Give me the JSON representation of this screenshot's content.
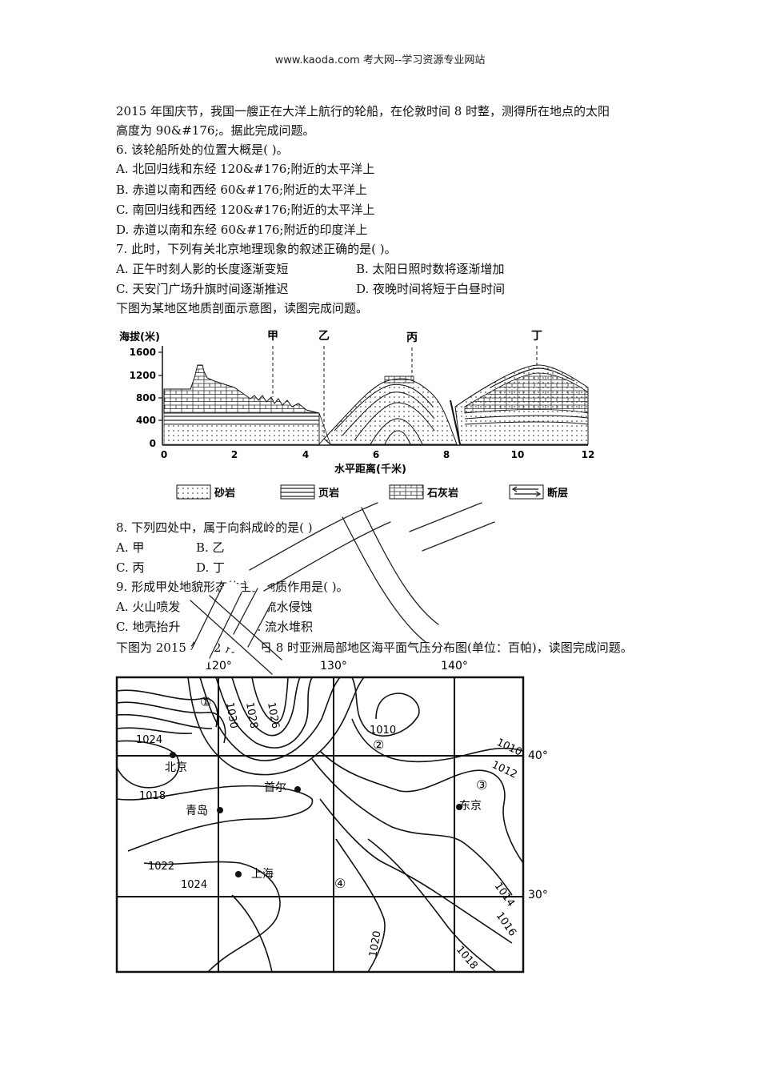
{
  "header": "www.kaoda.com 考大网--学习资源专业网站",
  "q_intro_1": "2015 年国庆节，我国一艘正在大洋上航行的轮船，在伦敦时间 8 时整，测得所在地点的太阳",
  "q_intro_2": "高度为 90&#176;。据此完成问题。",
  "q6": {
    "stem": "6.  该轮船所处的位置大概是(      )。",
    "A": "A.  北回归线和东经 120&#176;附近的太平洋上",
    "B": "B.  赤道以南和西经 60&#176;附近的太平洋上",
    "C": "C.  南回归线和西经 120&#176;附近的太平洋上",
    "D": "D.  赤道以南和东经 60&#176;附近的印度洋上"
  },
  "q7": {
    "stem": "7.  此时，下列有关北京地理现象的叙述正确的是(      )。",
    "A": "A.  正午时刻人影的长度逐渐变短",
    "B": "B.  太阳日照时数将逐渐增加",
    "C": "C.  天安门广场升旗时间逐渐推迟",
    "D": "D.  夜晚时间将短于白昼时间"
  },
  "fig1_intro": "下图为某地区地质剖面示意图，读图完成问题。",
  "fig1": {
    "ylabel": "海拔(米)",
    "yticks": [
      "1600",
      "1200",
      "800",
      "400",
      "0"
    ],
    "xticks": [
      "0",
      "2",
      "4",
      "6",
      "8",
      "10",
      "12"
    ],
    "xlabel": "水平距离(千米)",
    "points": [
      "甲",
      "乙",
      "丙",
      "丁"
    ],
    "legend": [
      "砂岩",
      "页岩",
      "石灰岩",
      "断层"
    ]
  },
  "q8": {
    "stem": "8.  下列四处中，属于向斜成岭的是(      )",
    "A": "A.  甲",
    "B": "B.  乙",
    "C": "C.  丙",
    "D": "D.  丁"
  },
  "q9": {
    "stem": "9.  形成甲处地貌形态的主要地质作用是(      )。",
    "A": "A.  火山喷发",
    "B": "B.  流水侵蚀",
    "C": "C.  地壳抬升",
    "D": "D.  流水堆积"
  },
  "fig2_intro": "下图为 2015 年 12 月 26 日 8 时亚洲局部地区海平面气压分布图(单位：百帕)，读图完成问题。",
  "fig2": {
    "lon": [
      "120°",
      "130°",
      "140°"
    ],
    "lat": [
      "40°",
      "30°"
    ],
    "cities": [
      "北京",
      "青岛",
      "首尔",
      "上海",
      "东京"
    ],
    "markers": [
      "①",
      "②",
      "③",
      "④"
    ],
    "isobars": [
      "1030",
      "1028",
      "1026",
      "1024",
      "1018",
      "1010",
      "1010",
      "1012",
      "1022",
      "1024",
      "1014",
      "1016",
      "1018",
      "1020"
    ]
  }
}
